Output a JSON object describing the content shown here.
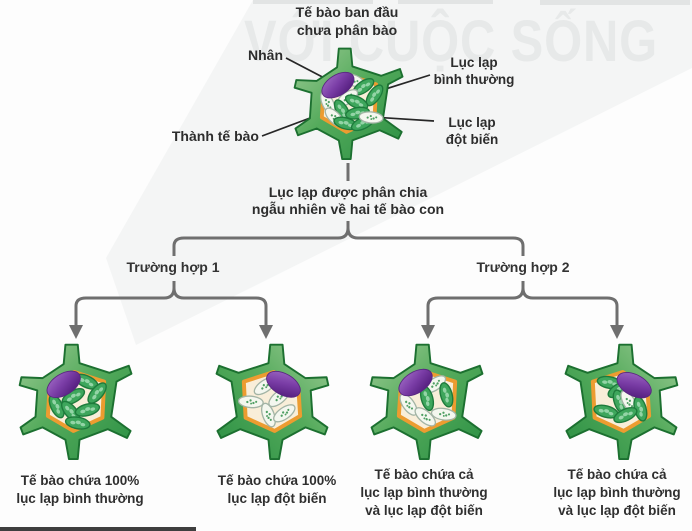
{
  "watermark": {
    "text": "VỚI CUỘC SỐNG"
  },
  "title": {
    "lines": [
      "Tế bào ban đầu",
      "chưa phân bào"
    ]
  },
  "callouts": {
    "nucleus": "Nhân",
    "normal_chloroplast": [
      "Lục lạp",
      "bình thường"
    ],
    "mutant_chloroplast": [
      "Lục lạp",
      "đột biến"
    ],
    "cell_wall": "Thành tế bào"
  },
  "division_note": [
    "Lục lạp được phân chia",
    "ngẫu nhiên về hai tế bào con"
  ],
  "cases": [
    {
      "label": "Trường hợp 1"
    },
    {
      "label": "Trường hợp 2"
    }
  ],
  "parent_cell": {
    "normal_chloroplasts": 7,
    "mutant_chloroplasts": 5
  },
  "daughter_cells": [
    {
      "case": "Trường hợp 1",
      "caption": [
        "Tế bào chứa 100%",
        "lục lạp bình thường"
      ],
      "normal_chloroplasts": 7,
      "mutant_chloroplasts": 0
    },
    {
      "case": "Trường hợp 1",
      "caption": [
        "Tế bào chứa 100%",
        "lục lạp đột biến"
      ],
      "normal_chloroplasts": 0,
      "mutant_chloroplasts": 5
    },
    {
      "case": "Trường hợp 2",
      "caption": [
        "Tế bào chứa cả",
        "lục lạp bình thường",
        "và lục lạp đột biến"
      ],
      "normal_chloroplasts": 2,
      "mutant_chloroplasts": 4
    },
    {
      "case": "Trường hợp 2",
      "caption": [
        "Tế bào chứa cả",
        "lục lạp bình thường",
        "và lục lạp đột biến"
      ],
      "normal_chloroplasts": 6,
      "mutant_chloroplasts": 1
    }
  ],
  "colors": {
    "cell_wall_green": "#2e9147",
    "cell_wall_light": "#9ccb95",
    "membrane_orange": "#ec9c30",
    "cytoplasm_cream": "#f9eed9",
    "nucleus_purple": "#6a2f91",
    "chloroplast_green": "#3ea65c",
    "mutant_pale": "#f4f7ef",
    "connector_gray": "#6f6f6f",
    "text_dark": "#2d2d2d",
    "watermark_gray": "#e7e9e9"
  }
}
